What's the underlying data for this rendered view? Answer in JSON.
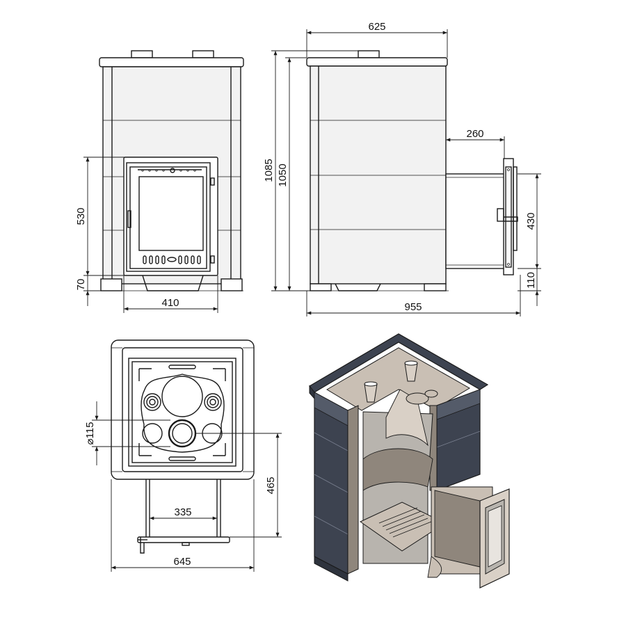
{
  "dimensions": {
    "front_height_firebox": "530",
    "front_height_base": "70",
    "front_width_door": "410",
    "side_total_height": "1085",
    "side_body_height": "1050",
    "side_top_width": "625",
    "side_tunnel_length": "260",
    "side_tunnel_height": "430",
    "side_tunnel_offset": "110",
    "side_total_length": "955",
    "top_flue_diameter": "⌀115",
    "top_tunnel_length": "465",
    "top_tunnel_width": "335",
    "top_total_width": "645"
  },
  "colors": {
    "line": "#1a1a1a",
    "body_fill": "#f2f2f2",
    "stone_dark": "#3d4350",
    "stone_mid": "#545b69",
    "interior": "#c9bfb4",
    "interior_dark": "#8f867c",
    "steel": "#b8b4ae"
  }
}
